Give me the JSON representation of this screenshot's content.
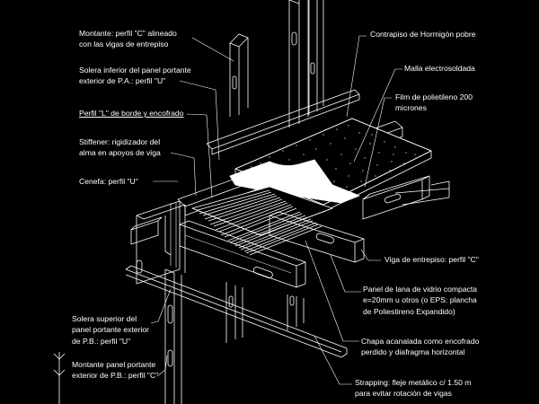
{
  "labels": {
    "montante_pa": [
      "Montante: perfil \"C\" alineado",
      "con las vigas de entrepiso"
    ],
    "solera_inferior": [
      "Solera inferior del panel portante",
      "exterior de P.A.: perfil \"U\""
    ],
    "perfil_l": [
      "Perfil \"L\" de borde y encofrado"
    ],
    "stiffener": [
      "Stiffener: rigidizador del",
      "alma en apoyos de viga"
    ],
    "cenefa": [
      "Cenefa: perfil \"U\""
    ],
    "solera_superior": [
      "Solera superior del",
      "panel portante exterior",
      "de P.B.: perfil \"U\""
    ],
    "montante_pb": [
      "Montante panel portante",
      "exterior de P.B.: perfil \"C\""
    ],
    "contrapiso": [
      "Contrapiso de Hormigón pobre"
    ],
    "malla": [
      "Malla electrosoldada"
    ],
    "film": [
      "Film de polietileno 200",
      "micrones"
    ],
    "viga_entrepiso": [
      "Viga de entrepiso: perfil \"C\""
    ],
    "panel_lana": [
      "Panel de lana de vidrio compacta",
      "e=20mm u otros (o EPS: plancha",
      "de Poliestireno Expandido)"
    ],
    "chapa": [
      "Chapa acanalada como encofrado",
      "perdido y diafragma horizontal"
    ],
    "strapping": [
      "Strapping: fleje metálico c/ 1.50 m",
      "para evitar rotación de vigas"
    ]
  },
  "colors": {
    "background": "#000000",
    "linework": "#ffffff",
    "accent": "#ffff00"
  }
}
